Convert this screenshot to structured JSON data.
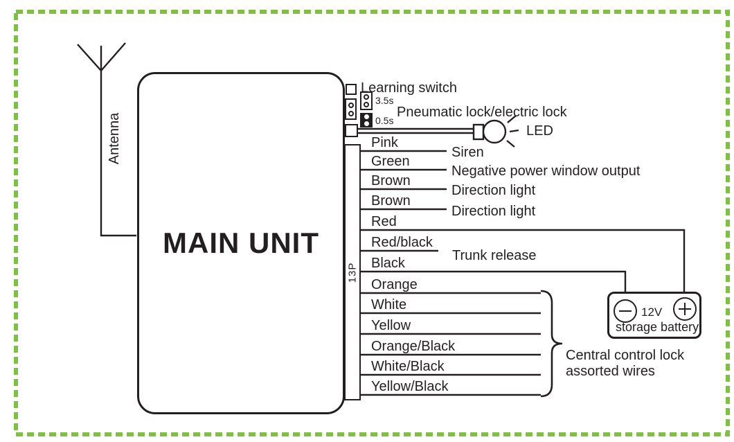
{
  "diagram": {
    "antenna_label": "Antenna",
    "main_unit_label": "MAIN UNIT",
    "connector_label": "13P",
    "learning_switch_label": "Learning switch",
    "jumper_long_label": "3.5s",
    "jumper_short_label": "0.5s",
    "pneumatic_label": "Pneumatic lock/electric lock",
    "led_label": "LED",
    "wires": [
      {
        "color": "Pink",
        "dest": "Siren"
      },
      {
        "color": "Green",
        "dest": "Negative power window output"
      },
      {
        "color": "Brown",
        "dest": "Direction light"
      },
      {
        "color": "Brown",
        "dest": "Direction light"
      },
      {
        "color": "Red",
        "dest": ""
      },
      {
        "color": "Red/black",
        "dest": "Trunk release"
      },
      {
        "color": "Black",
        "dest": ""
      },
      {
        "color": "Orange",
        "dest": ""
      },
      {
        "color": "White",
        "dest": ""
      },
      {
        "color": "Yellow",
        "dest": ""
      },
      {
        "color": "Orange/Black",
        "dest": ""
      },
      {
        "color": "White/Black",
        "dest": ""
      },
      {
        "color": "Yellow/Black",
        "dest": ""
      }
    ],
    "battery": {
      "voltage": "12V",
      "name": "storage battery"
    },
    "brace_label_line1": "Central control lock",
    "brace_label_line2": "assorted wires",
    "colors": {
      "line": "#231f20",
      "border_green": "#7CC142"
    }
  }
}
